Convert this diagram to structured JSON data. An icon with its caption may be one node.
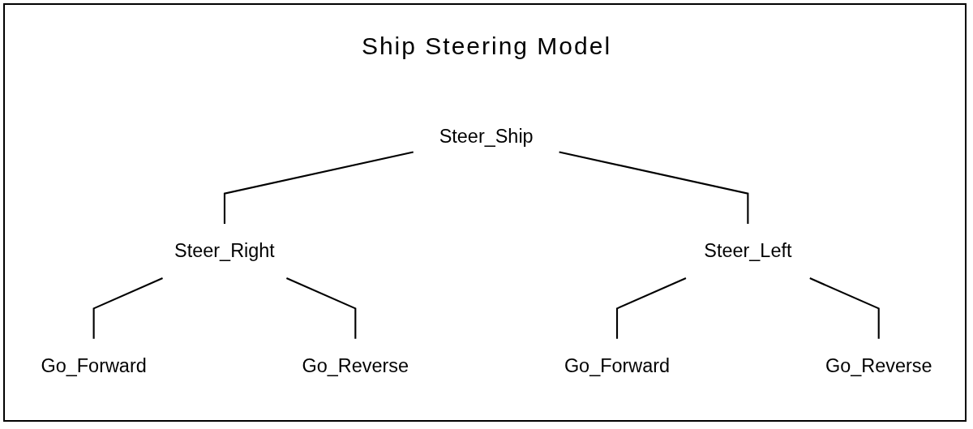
{
  "diagram": {
    "title": "Ship Steering Model",
    "nodes": [
      {
        "text": [
          "Steer_Ship"
        ]
      },
      {
        "text": [
          "Steer_Right"
        ]
      },
      {
        "text": [
          "Steer_Left"
        ]
      },
      {
        "text": [
          "Go_Forward"
        ]
      },
      {
        "text": [
          "Go_Reverse"
        ]
      },
      {
        "text": [
          "Go_Forward"
        ]
      },
      {
        "text": [
          "Go_Reverse"
        ]
      }
    ],
    "edges": [
      {
        "from": 0,
        "to": 1,
        "arrow": "none"
      },
      {
        "from": 0,
        "to": 2,
        "arrow": "none"
      },
      {
        "from": 1,
        "to": 3,
        "arrow": "none"
      },
      {
        "from": 1,
        "to": 4,
        "arrow": "none"
      },
      {
        "from": 2,
        "to": 5,
        "arrow": "none"
      },
      {
        "from": 2,
        "to": 6,
        "arrow": "none"
      }
    ]
  }
}
